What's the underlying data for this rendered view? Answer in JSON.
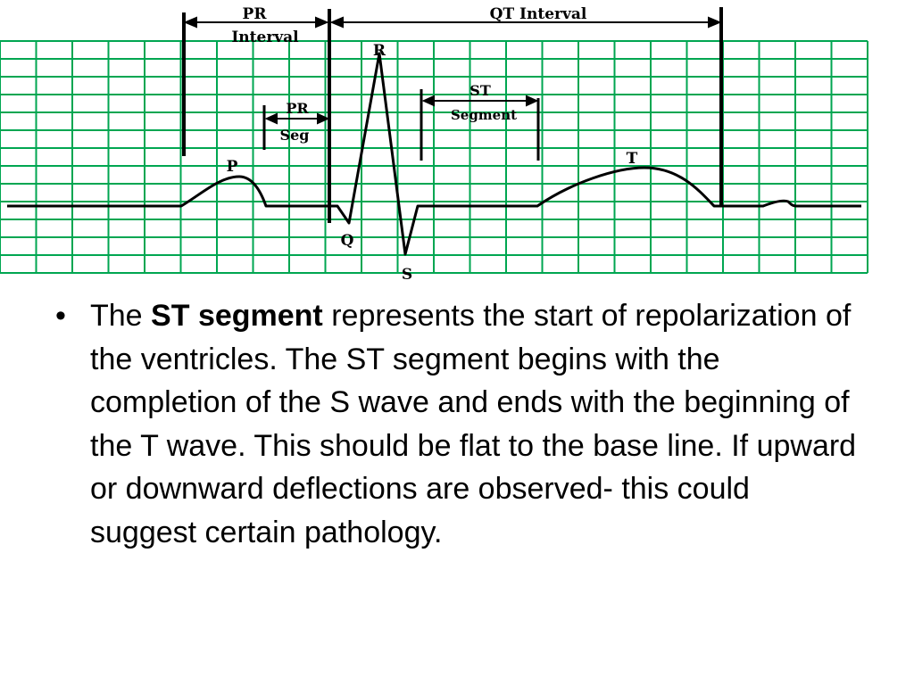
{
  "diagram": {
    "labels": {
      "pr_interval_line1": "PR",
      "pr_interval_line2": "Interval",
      "qt_interval": "QT Interval",
      "pr_seg_line1": "PR",
      "pr_seg_line2": "Seg",
      "st_segment_line1": "ST",
      "st_segment_line2": "Segment",
      "p": "P",
      "q": "Q",
      "r": "R",
      "s": "S",
      "t": "T"
    },
    "colors": {
      "grid": "#00a651",
      "trace": "#000000"
    }
  },
  "text": {
    "bullet": "•",
    "p1": "The ",
    "bold": "ST segment",
    "p2": " represents the start of repolarization of the ventricles. The ST segment begins with the completion of the S wave and ends with the beginning of the T wave.  This should be flat to the base line.  If upward or downward deflections are observed- this could suggest certain pathology."
  }
}
